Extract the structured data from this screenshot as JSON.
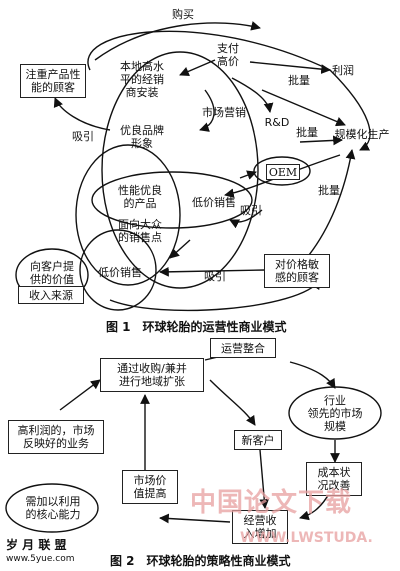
{
  "fig1": {
    "buy": "购买",
    "pay_high": "支付\n高价",
    "profit": "利润",
    "focus_customers": "注重产品性\n能的顾客",
    "local_dealers": "本地高水\n平的经销\n商安装",
    "marketing": "市场营销",
    "rd": "R&D",
    "volume1": "批量",
    "volume2": "批量",
    "volume3": "批量",
    "scale_production": "规模化生产",
    "attract1": "吸引",
    "brand": "优良品牌\n形象",
    "oem": "OEM",
    "quality_product": "性能优良\n的产品",
    "low_price1": "低价销售",
    "attract2": "吸引",
    "mass_outlets": "面向大众\n的销售点",
    "value_to_customer": "向客户提\n供的价值",
    "revenue_source": "收入来源",
    "price_sensitive": "对价格敏\n感的顾客",
    "low_price2": "低价销售",
    "attract3": "吸引",
    "caption": "图 1　环球轮胎的运营性商业模式"
  },
  "fig2": {
    "regional_expansion": "通过收购/兼并\n进行地域扩张",
    "integration": "运营整合",
    "high_profit_business": "高利润的，市场\n反映好的业务",
    "market_leader": "行业\n领先的市场\n规模",
    "new_customers": "新客户",
    "value_up": "市场价\n值提高",
    "cost_improve": "成本状\n况改善",
    "core_capability": "需加以利用\n的核心能力",
    "revenue_up": "经营收\n入增加",
    "caption": "图 2　环球轮胎的策略性商业模式"
  },
  "watermark": {
    "cn": "中国论文下载",
    "url": "WWW.LWSTUDA.",
    "site": "岁 月 联 盟",
    "site_url": "www.5yue.com"
  },
  "colors": {
    "ink": "#111111",
    "watermark": "#e7a0a0"
  }
}
